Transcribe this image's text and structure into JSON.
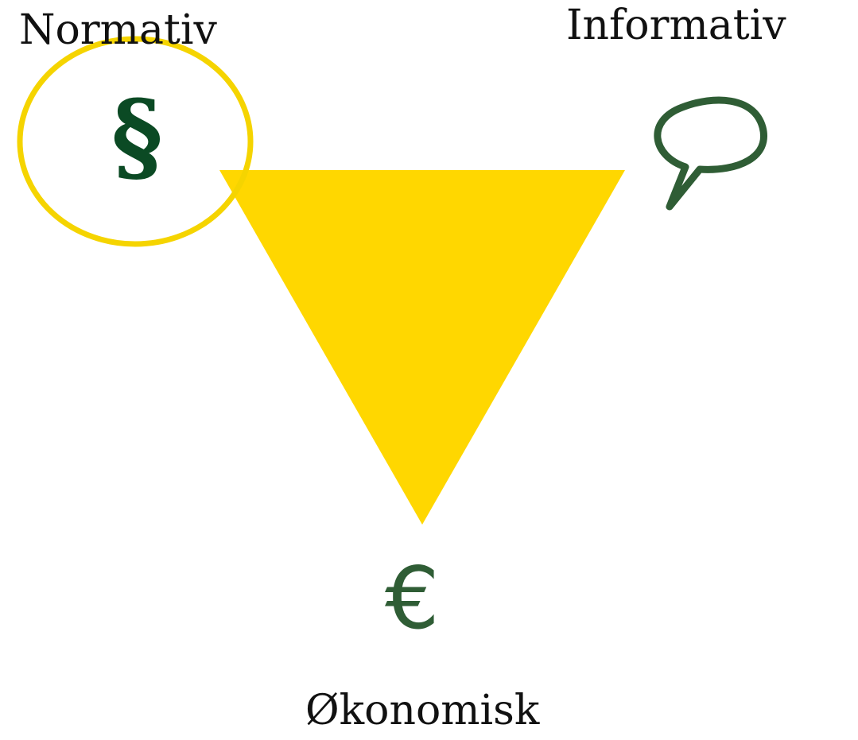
{
  "labels": {
    "normativ": "Normativ",
    "informativ": "Informativ",
    "okonomisk": "Økonomisk"
  },
  "symbols": {
    "section": "§",
    "euro": "€"
  },
  "colors": {
    "triangle": "#FFD700",
    "highlight_ring": "#F5D400",
    "section_symbol": "#0B4A24",
    "icon_green": "#2F5D35",
    "text": "#111111",
    "background": "#FFFFFF"
  },
  "icons": {
    "top_right": "speech-bubble-icon"
  },
  "highlighted": "normativ"
}
